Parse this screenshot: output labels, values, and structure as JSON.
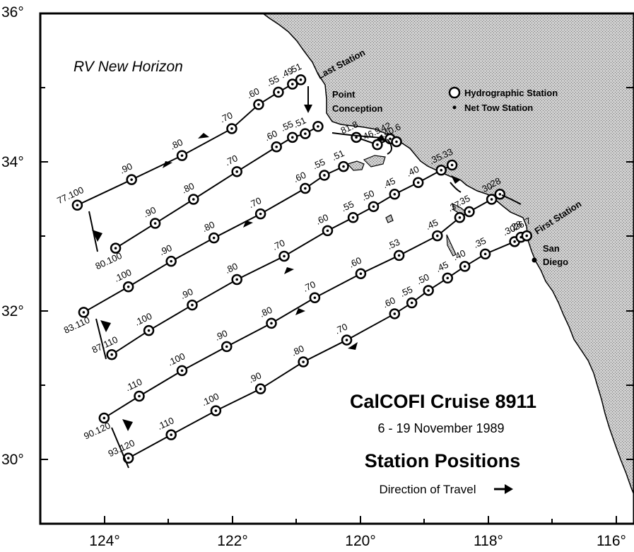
{
  "vessel": "RV New Horizon",
  "title": "CalCOFI Cruise 8911",
  "dates": "6 - 19 November 1989",
  "subtitle": "Station Positions",
  "direction_label": "Direction of Travel",
  "legend": {
    "hydro": "Hydrographic Station",
    "net": "Net Tow Station"
  },
  "annotations": {
    "first_station": "First Station",
    "last_station": "Last Station",
    "point": "Point",
    "conception": "Conception",
    "san": "San",
    "diego": "Diego"
  },
  "axes": {
    "lat_ticks": [
      "36°",
      "34°",
      "32°",
      "30°"
    ],
    "lon_ticks": [
      "124°",
      "122°",
      "120°",
      "118°",
      "116°"
    ]
  },
  "map_extent": {
    "lon": [
      -125,
      -115.7
    ],
    "lat": [
      29,
      36
    ]
  },
  "colors": {
    "land": "#c8c8c8",
    "line": "#000000",
    "background": "#ffffff"
  },
  "lines": [
    {
      "id": "77",
      "stations": [
        {
          "lon": -124.42,
          "lat": 33.37,
          "label": "77.100"
        },
        {
          "lon": -123.57,
          "lat": 33.72,
          "label": ".90"
        },
        {
          "lon": -122.78,
          "lat": 34.05,
          "label": ".80"
        },
        {
          "lon": -122.0,
          "lat": 34.42,
          "label": ".70"
        },
        {
          "lon": -121.58,
          "lat": 34.75,
          "label": ".60"
        },
        {
          "lon": -121.27,
          "lat": 34.92,
          "label": ".55"
        },
        {
          "lon": -121.05,
          "lat": 35.03,
          "label": ".49"
        },
        {
          "lon": -120.92,
          "lat": 35.09,
          "label": ".51"
        }
      ]
    },
    {
      "id": "80",
      "stations": [
        {
          "lon": -123.82,
          "lat": 32.78,
          "label": "80.100"
        },
        {
          "lon": -123.2,
          "lat": 33.12,
          "label": ".90"
        },
        {
          "lon": -122.6,
          "lat": 33.45,
          "label": ".80"
        },
        {
          "lon": -121.92,
          "lat": 33.83,
          "label": ".70"
        },
        {
          "lon": -121.3,
          "lat": 34.17,
          "label": ".60"
        },
        {
          "lon": -121.05,
          "lat": 34.3,
          "label": ".55"
        },
        {
          "lon": -120.85,
          "lat": 34.35,
          "label": ".51"
        },
        {
          "lon": -120.65,
          "lat": 34.45,
          "label": ""
        }
      ]
    },
    {
      "id": "81",
      "stations": [
        {
          "lon": -120.05,
          "lat": 34.3,
          "label": "81.8"
        },
        {
          "lon": -119.72,
          "lat": 34.2,
          "label": "46.9"
        },
        {
          "lon": -119.52,
          "lat": 34.28,
          "label": ".42"
        },
        {
          "lon": -119.42,
          "lat": 34.24,
          "label": ".40.6"
        }
      ]
    },
    {
      "id": "83",
      "stations": [
        {
          "lon": -124.32,
          "lat": 31.9,
          "label": "83.110"
        },
        {
          "lon": -123.62,
          "lat": 32.25,
          "label": ".100"
        },
        {
          "lon": -122.95,
          "lat": 32.6,
          "label": ".90"
        },
        {
          "lon": -122.28,
          "lat": 32.92,
          "label": ".80"
        },
        {
          "lon": -121.55,
          "lat": 33.25,
          "label": ".70"
        },
        {
          "lon": -120.85,
          "lat": 33.6,
          "label": ".60"
        },
        {
          "lon": -120.55,
          "lat": 33.78,
          "label": ".55"
        },
        {
          "lon": -120.25,
          "lat": 33.9,
          "label": ".51"
        }
      ]
    },
    {
      "id": "87",
      "stations": [
        {
          "lon": -123.88,
          "lat": 31.32,
          "label": "87.110"
        },
        {
          "lon": -123.3,
          "lat": 31.65,
          "label": ".100"
        },
        {
          "lon": -122.62,
          "lat": 32.0,
          "label": ".90"
        },
        {
          "lon": -121.92,
          "lat": 32.35,
          "label": ".80"
        },
        {
          "lon": -121.18,
          "lat": 32.67,
          "label": ".70"
        },
        {
          "lon": -120.5,
          "lat": 33.02,
          "label": ".60"
        },
        {
          "lon": -120.1,
          "lat": 33.2,
          "label": ".55"
        },
        {
          "lon": -119.78,
          "lat": 33.35,
          "label": ".50"
        },
        {
          "lon": -119.45,
          "lat": 33.52,
          "label": ".45"
        },
        {
          "lon": -119.08,
          "lat": 33.68,
          "label": ".40"
        },
        {
          "lon": -118.72,
          "lat": 33.85,
          "label": ".35"
        },
        {
          "lon": -118.55,
          "lat": 33.92,
          "label": ".33"
        }
      ]
    },
    {
      "id": "90",
      "stations": [
        {
          "lon": -124.0,
          "lat": 30.45,
          "label": "90.120"
        },
        {
          "lon": -123.45,
          "lat": 30.75,
          "label": ".110"
        },
        {
          "lon": -122.78,
          "lat": 31.1,
          "label": ".100"
        },
        {
          "lon": -122.08,
          "lat": 31.43,
          "label": ".90"
        },
        {
          "lon": -121.38,
          "lat": 31.75,
          "label": ".80"
        },
        {
          "lon": -120.7,
          "lat": 32.1,
          "label": ".70"
        },
        {
          "lon": -119.98,
          "lat": 32.43,
          "label": ".60"
        },
        {
          "lon": -119.38,
          "lat": 32.68,
          "label": ".53"
        },
        {
          "lon": -118.78,
          "lat": 32.95,
          "label": ".45"
        },
        {
          "lon": -118.43,
          "lat": 33.2,
          "label": ".37"
        },
        {
          "lon": -118.28,
          "lat": 33.28,
          "label": ".35"
        },
        {
          "lon": -117.93,
          "lat": 33.45,
          "label": ".30"
        },
        {
          "lon": -117.8,
          "lat": 33.52,
          "label": ".28"
        }
      ]
    },
    {
      "id": "93",
      "stations": [
        {
          "lon": -123.62,
          "lat": 29.9,
          "label": "93.120"
        },
        {
          "lon": -122.95,
          "lat": 30.22,
          "label": ".110"
        },
        {
          "lon": -122.25,
          "lat": 30.55,
          "label": ".100"
        },
        {
          "lon": -121.55,
          "lat": 30.85,
          "label": ".90"
        },
        {
          "lon": -120.88,
          "lat": 31.22,
          "label": ".80"
        },
        {
          "lon": -120.2,
          "lat": 31.52,
          "label": ".70"
        },
        {
          "lon": -119.45,
          "lat": 31.88,
          "label": ".60"
        },
        {
          "lon": -119.18,
          "lat": 32.03,
          "label": ".55"
        },
        {
          "lon": -118.92,
          "lat": 32.2,
          "label": ".50"
        },
        {
          "lon": -118.62,
          "lat": 32.37,
          "label": ".45"
        },
        {
          "lon": -118.35,
          "lat": 32.53,
          "label": ".40"
        },
        {
          "lon": -118.03,
          "lat": 32.7,
          "label": ".35"
        },
        {
          "lon": -117.57,
          "lat": 32.87,
          "label": ".30"
        },
        {
          "lon": -117.47,
          "lat": 32.93,
          "label": ".28"
        },
        {
          "lon": -117.38,
          "lat": 32.95,
          "label": ".26.7"
        }
      ]
    }
  ]
}
